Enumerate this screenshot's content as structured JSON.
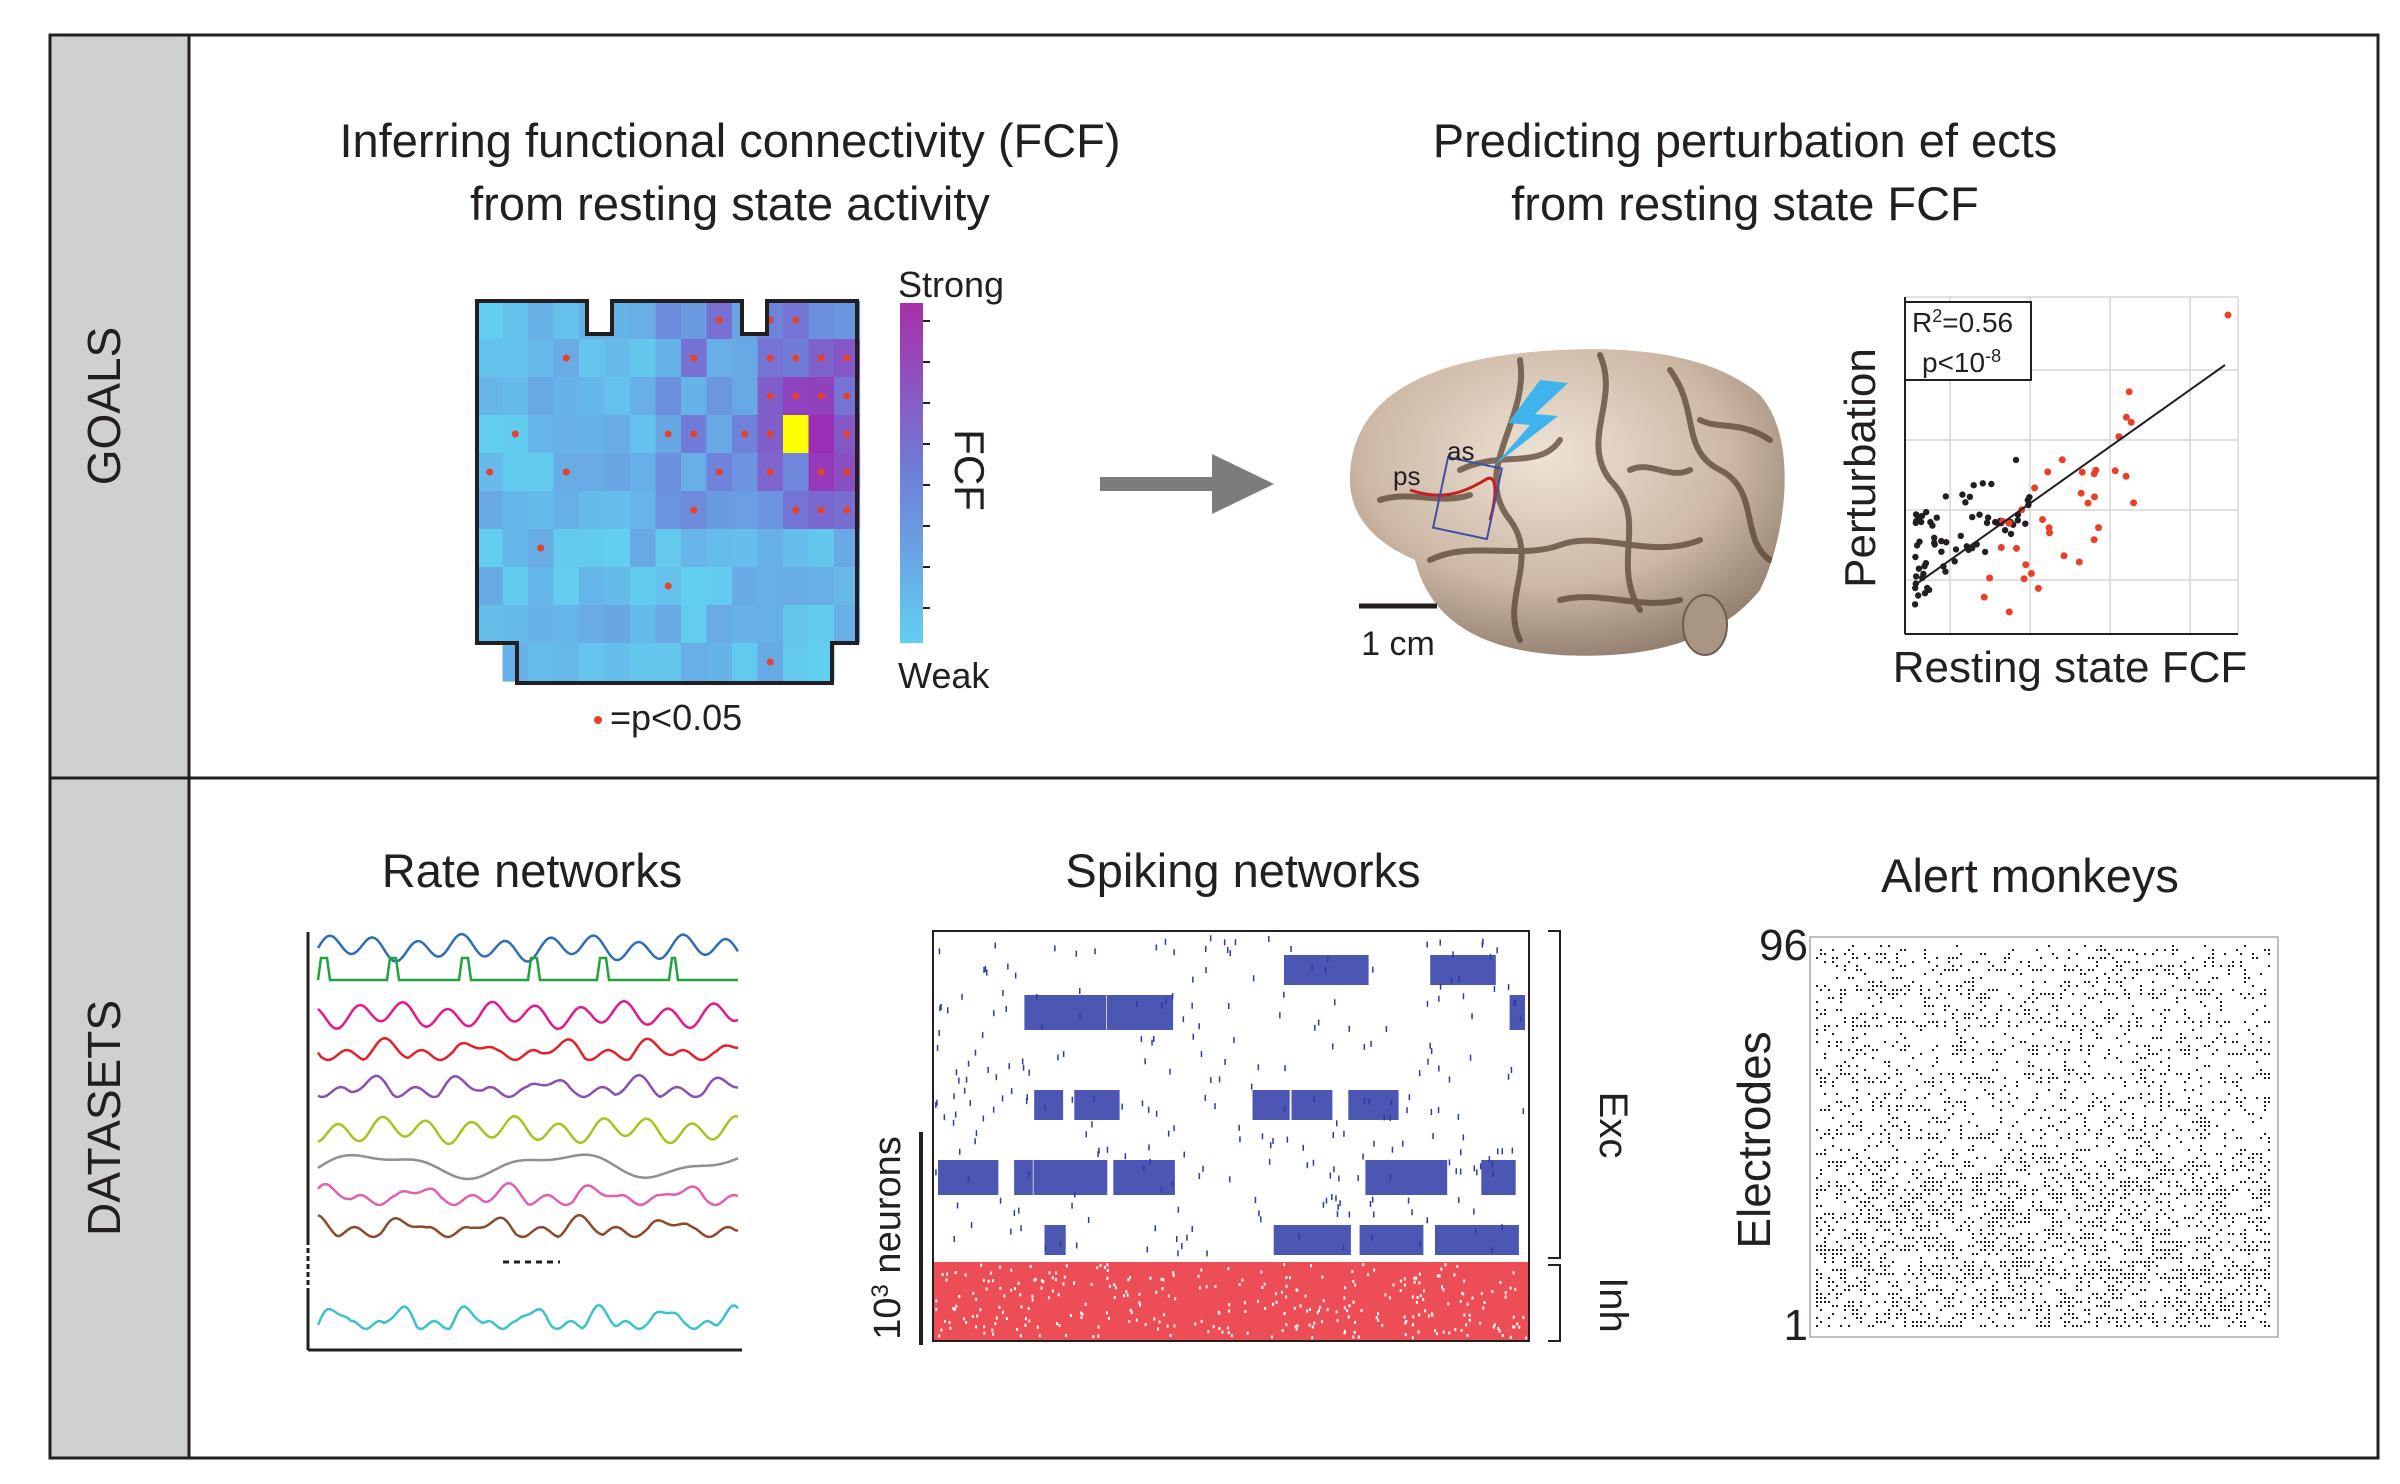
{
  "sections": {
    "goals_label": "GOALS",
    "datasets_label": "DATASETS"
  },
  "goals": {
    "fcf_title_line1": "Inferring functional connectivity (FCF)",
    "fcf_title_line2": "from resting state activity",
    "colorbar_top": "Strong",
    "colorbar_mid": "FCF",
    "colorbar_bottom": "Weak",
    "significance_legend": "=p<0.05",
    "perturb_title_line1": "Predicting perturbation ef ects",
    "perturb_title_line2": "from resting state FCF",
    "brain_label_ps": "ps",
    "brain_label_as": "as",
    "scale_bar_label": "1 cm",
    "scatter_r2_prefix": "R",
    "scatter_r2_sup": "2",
    "scatter_r2_value": "=0.56",
    "scatter_p_prefix": "p<10",
    "scatter_p_sup": "-8",
    "scatter_ylabel": "Perturbation",
    "scatter_xlabel": "Resting state FCF"
  },
  "datasets": {
    "rate_title": "Rate networks",
    "spiking_title": "Spiking networks",
    "monkey_title": "Alert monkeys",
    "exc_label": "Exc",
    "inh_label": "Inh",
    "neurons_base": "10",
    "neurons_sup": "3",
    "neurons_rest": " neurons",
    "electrodes_label": "Electrodes",
    "electrodes_top": "96",
    "electrodes_bottom": "1"
  },
  "colors": {
    "frame": "#231f20",
    "sidebar": "#d0d0d0",
    "heat_low": "#62cff0",
    "heat_mid": "#6f7ed8",
    "heat_high": "#9a2fb5",
    "heat_peak": "#ffff00",
    "sig_dot": "#e8412a",
    "arrow": "#7c7c7c",
    "bolt": "#3fb4ec",
    "exc_raster": "#2b3aa6",
    "inh_raster": "#e8202a",
    "trace_colors": [
      "#2f6db5",
      "#21a33b",
      "#e5188b",
      "#e3202a",
      "#8a4fb0",
      "#a6c321",
      "#8f8f8f",
      "#e05fb0",
      "#8b4a2b"
    ],
    "last_trace": "#3ac4c9"
  }
}
